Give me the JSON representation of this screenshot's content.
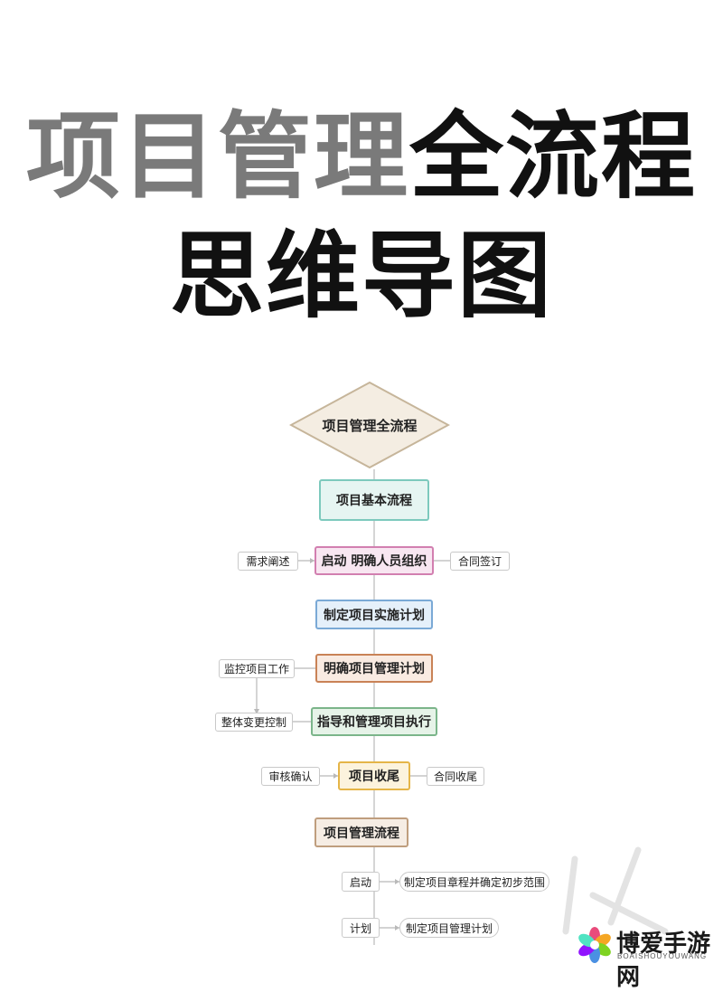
{
  "title": {
    "line1_gray": "项目管理",
    "line1_black": "全流程",
    "line2": "思维导图"
  },
  "diagram": {
    "root": "项目管理全流程",
    "basic_flow": "项目基本流程",
    "step_initiate": "启动 明确人员组织",
    "initiate_left": "需求阐述",
    "initiate_right": "合同签订",
    "step_plan": "制定项目实施计划",
    "step_mgmt_plan": "明确项目管理计划",
    "mgmt_plan_left": "监控项目工作",
    "step_execute": "指导和管理项目执行",
    "execute_left": "整体变更控制",
    "step_close": "项目收尾",
    "close_left": "审核确认",
    "close_right": "合同收尾",
    "mgmt_flow": "项目管理流程",
    "sub_initiate": "启动",
    "sub_initiate_detail": "制定项目章程并确定初步范围",
    "sub_plan": "计划",
    "sub_plan_detail": "制定项目管理计划"
  },
  "colors": {
    "title_gray": "#7a7a7a",
    "title_black": "#111111",
    "diamond_fill": "#f4ede2",
    "diamond_border": "#c6b59a",
    "teal_border": "#7dc9bd",
    "teal_fill": "#e6f5f2",
    "pink_border": "#d27fb0",
    "pink_fill": "#f8e6f1",
    "blue_border": "#7aa9d6",
    "blue_fill": "#e5f0fa",
    "rust_border": "#c98256",
    "rust_fill": "#f9ebe2",
    "green_border": "#7bb58a",
    "green_fill": "#e6f3e8",
    "yellow_border": "#e5b548",
    "yellow_fill": "#fcf3dd",
    "tan_border": "#bf9e7e",
    "tan_fill": "#f6ede4"
  },
  "watermark": {
    "text": "博爱手游网",
    "sub": "BOAISHOUYOUWANG"
  },
  "icons": {
    "watermark_logo": "flower-logo-icon",
    "diagonal_decoration": "diagonal-stroke-decoration"
  }
}
